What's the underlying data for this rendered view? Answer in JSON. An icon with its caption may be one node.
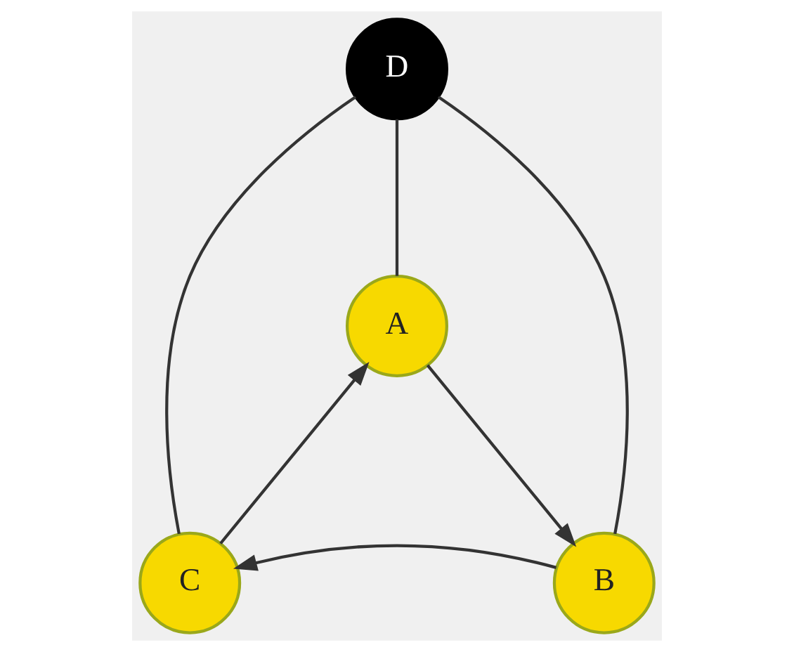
{
  "diagram": {
    "nodes": [
      {
        "text": [
          "A"
        ]
      },
      {
        "text": [
          "B"
        ]
      },
      {
        "text": [
          "C"
        ]
      },
      {
        "text": [
          "D"
        ]
      }
    ],
    "edges": [
      {
        "from": 0,
        "to": 1,
        "arrow": "to"
      },
      {
        "from": 1,
        "to": 2,
        "arrow": "to"
      },
      {
        "from": 2,
        "to": 0,
        "arrow": "to"
      },
      {
        "from": 3,
        "to": 0,
        "arrow": "none"
      },
      {
        "from": 3,
        "to": 1,
        "arrow": "none"
      },
      {
        "from": 3,
        "to": 2,
        "arrow": "none"
      }
    ]
  }
}
